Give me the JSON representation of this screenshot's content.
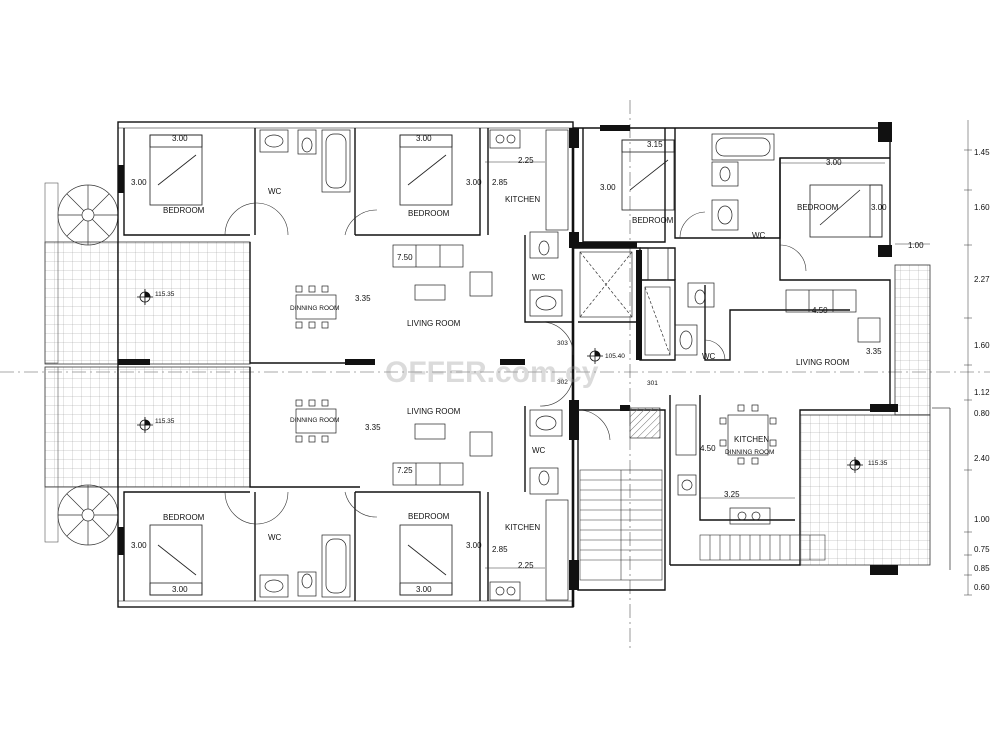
{
  "watermark": "OFFER.com.cy",
  "rooms": {
    "bedroom_tl": "BEDROOM",
    "bedroom_tm": "BEDROOM",
    "wc_tl": "WC",
    "kitchen_t": "KITCHEN",
    "wc_tc": "WC",
    "dining_t": "DINNING ROOM",
    "living_t": "LIVING ROOM",
    "dining_b": "DINNING ROOM",
    "living_b": "LIVING ROOM",
    "wc_bc": "WC",
    "bedroom_bl": "BEDROOM",
    "bedroom_bm": "BEDROOM",
    "wc_bl": "WC",
    "kitchen_b": "KITCHEN",
    "bedroom_r1": "BEDROOM",
    "bedroom_r2": "BEDROOM",
    "wc_r1": "WC",
    "wc_r2": "WC",
    "living_r": "LIVING ROOM",
    "kitchen_r": "KITCHEN",
    "dining_r": "DINNING ROOM"
  },
  "levels": {
    "a": "115.35",
    "b": "115.35",
    "c": "105.40",
    "d": "115.35",
    "e": "303",
    "f": "302",
    "g": "301"
  },
  "dims": {
    "d1": "3.00",
    "d2": "3.00",
    "d3": "3.00",
    "d4": "3.00",
    "d5": "2.25",
    "d6": "2.85",
    "d7": "3.15",
    "d8": "3.00",
    "d9": "3.00",
    "d10": "3.00",
    "d11": "1.00",
    "d12": "7.50",
    "d13": "3.35",
    "d14": "4.50",
    "d15": "3.35",
    "d16": "3.35",
    "d17": "7.25",
    "d18": "4.50",
    "d19": "3.25",
    "d20": "3.00",
    "d21": "3.00",
    "d22": "3.00",
    "d23": "3.00",
    "d24": "2.85",
    "d25": "2.25"
  },
  "side_dims": [
    "1.45",
    "1.60",
    "2.27",
    "1.60",
    "1.12",
    "0.80",
    "2.40",
    "1.00",
    "0.75",
    "0.85",
    "0.60"
  ]
}
